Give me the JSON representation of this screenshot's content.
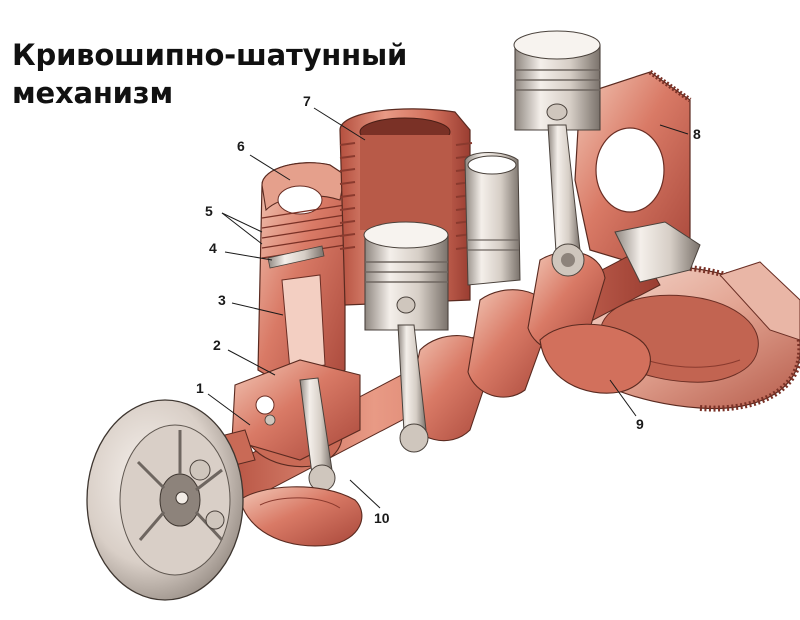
{
  "title": {
    "line1": "Кривошипно-шатунный",
    "line2": "механизм"
  },
  "callouts": {
    "c1": "1",
    "c2": "2",
    "c3": "3",
    "c4": "4",
    "c5": "5",
    "c6": "6",
    "c7": "7",
    "c8": "8",
    "c9": "9",
    "c10": "10"
  },
  "colors": {
    "body": "#d97a66",
    "body_light": "#f0c4b4",
    "body_dark": "#9c3c30",
    "metal_light": "#f2ece6",
    "metal_mid": "#cfc6bd",
    "metal_dark": "#6e6660",
    "ink": "#2a1612"
  }
}
